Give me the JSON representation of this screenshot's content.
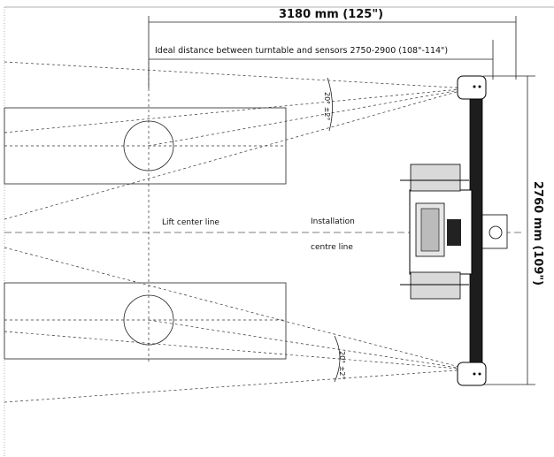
{
  "dimensions": {
    "total_length": "3180 mm (125\")",
    "ideal_distance": "Ideal distance between turntable and sensors 2750-2900 (108\"-114\")",
    "width": "2760 mm (109\")"
  },
  "angles": {
    "upper": "20° ±2°",
    "lower": "20° ±2°"
  },
  "labels": {
    "lift_center_line": "Lift center line",
    "installation": "Installation",
    "centre_line": "centre line"
  }
}
